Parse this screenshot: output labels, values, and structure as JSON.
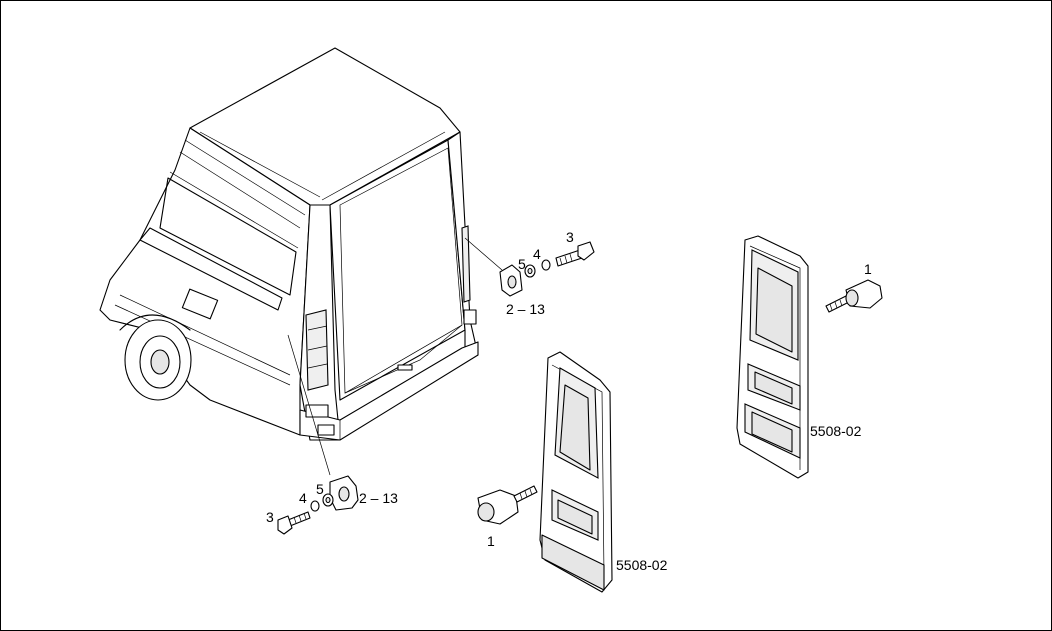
{
  "callouts": {
    "bolt_upper": "3",
    "washer4_upper": "4",
    "washer5_upper": "5",
    "bracket_upper": "2 – 13",
    "bolt_lower": "3",
    "washer4_lower": "4",
    "washer5_lower": "5",
    "bracket_lower": "2 – 13",
    "bulb_right": "1",
    "bulb_left": "1",
    "lamp_right_ref": "5508-02",
    "lamp_left_ref": "5508-02"
  }
}
